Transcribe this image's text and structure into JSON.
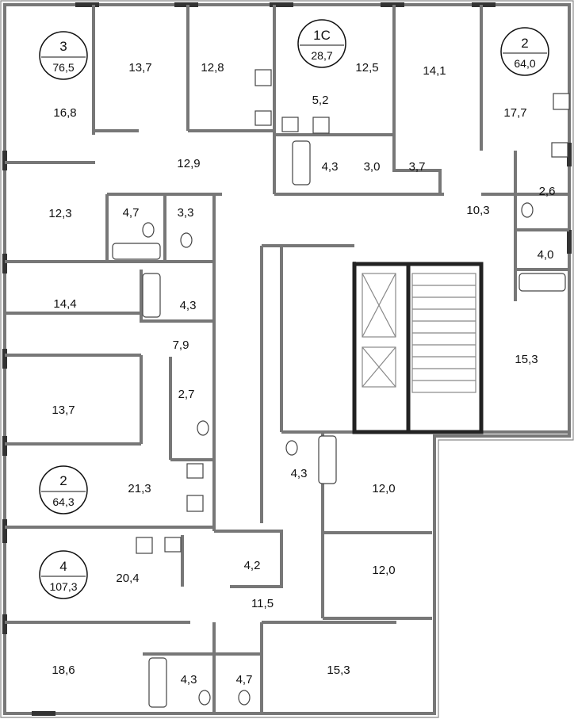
{
  "plan": {
    "apartments": [
      {
        "type": "3",
        "area": "76,5"
      },
      {
        "type": "1С",
        "area": "28,7"
      },
      {
        "type": "2",
        "area": "64,0"
      },
      {
        "type": "2",
        "area": "64,3"
      },
      {
        "type": "4",
        "area": "107,3"
      }
    ],
    "rooms": [
      "16,8",
      "13,7",
      "12,8",
      "12,5",
      "14,1",
      "17,7",
      "5,2",
      "12,9",
      "4,3",
      "3,0",
      "3,7",
      "12,3",
      "4,7",
      "3,3",
      "2,6",
      "10,3",
      "4,0",
      "14,4",
      "4,3",
      "7,9",
      "15,3",
      "13,7",
      "2,7",
      "21,3",
      "4,3",
      "12,0",
      "4,2",
      "20,4",
      "12,0",
      "11,5",
      "18,6",
      "4,3",
      "4,7",
      "15,3"
    ]
  },
  "colors": {
    "wall": "#777777",
    "core": "#222222",
    "window": "#333333"
  }
}
